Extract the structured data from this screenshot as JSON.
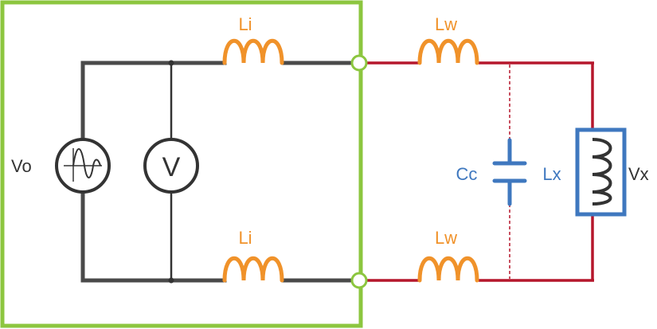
{
  "colors": {
    "internal_wire": "#4a4a4a",
    "external_wire": "#b5172c",
    "inductor": "#f0922a",
    "capacitor": "#3f78bf",
    "boundary": "#8cc63f",
    "label_dark": "#333333"
  },
  "labels": {
    "li_top": "Li",
    "li_bottom": "Li",
    "lw_top": "Lw",
    "lw_bottom": "Lw",
    "vo": "Vo",
    "cc": "Cc",
    "lx": "Lx",
    "vx": "Vx",
    "voltmeter": "V"
  },
  "icons": {
    "source": "ac-source-icon",
    "meter": "voltmeter-icon",
    "load": "inductor-coil-icon"
  }
}
